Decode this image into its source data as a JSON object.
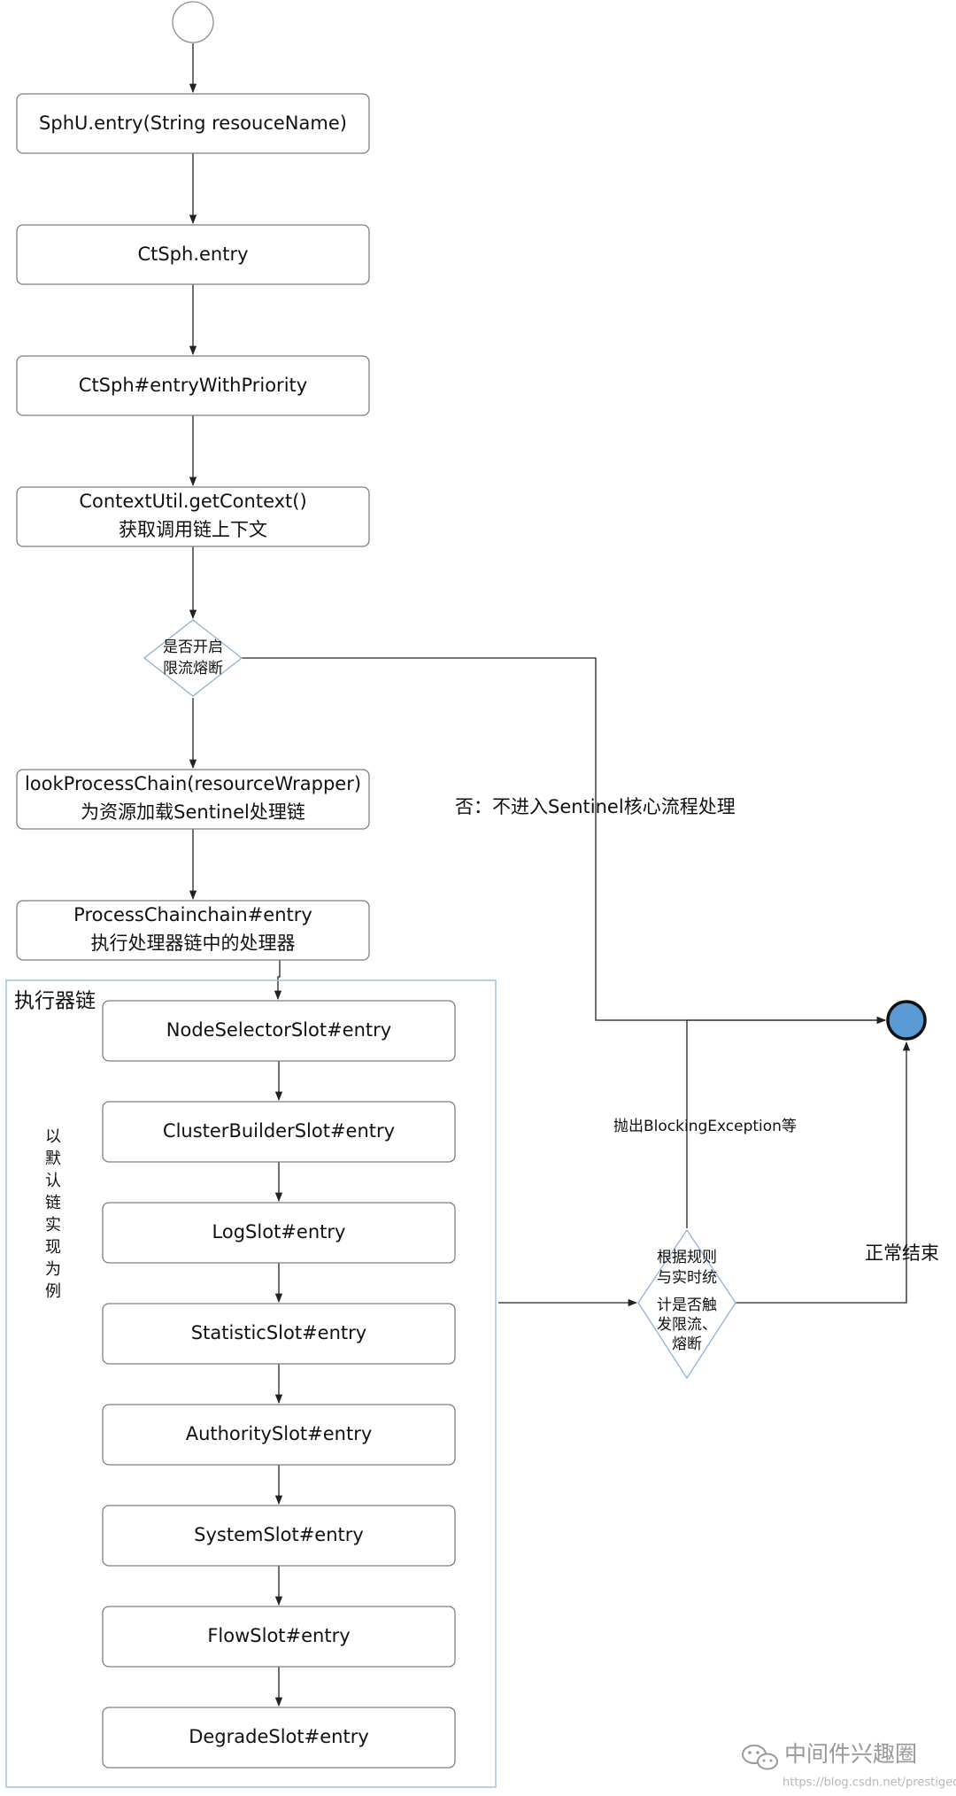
{
  "nodes": {
    "start_circle": "",
    "sphu_entry": "SphU.entry(String resouceName)",
    "ctsph_entry": "CtSph.entry",
    "ctsph_entry_with_priority": "CtSph#entryWithPriority",
    "context_line1": "ContextUtil.getContext()",
    "context_line2": "获取调用链上下文",
    "decision_enable_line1": "是否开启",
    "decision_enable_line2": "限流熔断",
    "lookup_line1": "lookProcessChain(resourceWrapper)",
    "lookup_line2": "为资源加载Sentinel处理链",
    "process_chain_line1": "ProcessChainchain#entry",
    "process_chain_line2": "执行处理器链中的处理器"
  },
  "executor_group": {
    "title": "执行器链",
    "vertical_note": [
      "以",
      "默",
      "认",
      "链",
      "实",
      "现",
      "为",
      "例"
    ],
    "slots": [
      "NodeSelectorSlot#entry",
      "ClusterBuilderSlot#entry",
      "LogSlot#entry",
      "StatisticSlot#entry",
      "AuthoritySlot#entry",
      "SystemSlot#entry",
      "FlowSlot#entry",
      "DegradeSlot#entry"
    ]
  },
  "decision_rule": {
    "lines": [
      "根据规则",
      "与实时统",
      "计是否触",
      "发限流、",
      "熔断"
    ]
  },
  "edge_labels": {
    "no_sentinel": "否：不进入Sentinel核心流程处理",
    "throw_blocking": "抛出BlockingException等",
    "normal_end": "正常结束"
  },
  "watermark": {
    "brand": "中间件兴趣圈",
    "url": "https://blog.csdn.net/prestigeding"
  },
  "colors": {
    "end_circle_fill": "#5b9bd5",
    "group_border": "#9cc3e6",
    "diamond_border": "#8fb2d9",
    "node_border": "#7f7f7f"
  }
}
